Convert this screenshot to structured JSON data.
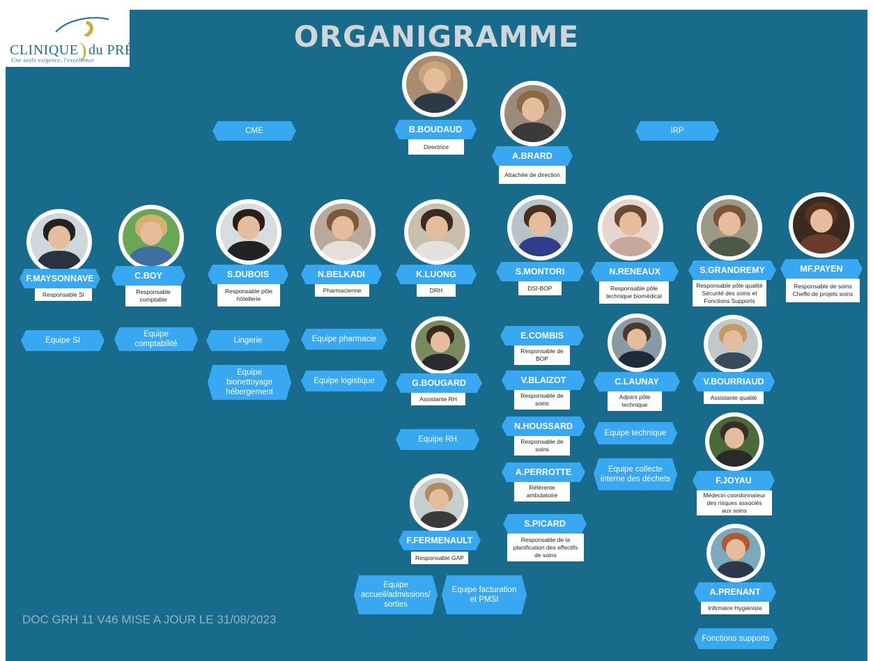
{
  "title": "ORGANIGRAMME",
  "logo": {
    "word1": "CLINIQUE",
    "word2": "du PRÉ",
    "slogan": "Une seule exigence, l'excellence"
  },
  "footer": "DOC GRH 11 V46 MISE A JOUR LE 31/08/2023",
  "colors": {
    "background": "#196b8c",
    "accent": "#38a8f3",
    "title": "#cfd5d8"
  },
  "people": {
    "boudaud": {
      "name": "B.BOUDAUD",
      "role": "Directrice"
    },
    "brard": {
      "name": "A.BRARD",
      "role": "Attachée de direction"
    },
    "maysonnave": {
      "name": "F.MAYSONNAVE",
      "role": "Responsable SI"
    },
    "boy": {
      "name": "C.BOY",
      "role": "Responsable\ncomptable"
    },
    "dubois": {
      "name": "S.DUBOIS",
      "role": "Responsable pôle\nhôtellerie"
    },
    "belkadi": {
      "name": "N.BELKADI",
      "role": "Pharmacienne"
    },
    "luong": {
      "name": "K.LUONG",
      "role": "DRH"
    },
    "montori": {
      "name": "S.MONTORI",
      "role": "DSI-BOP"
    },
    "reneaux": {
      "name": "N.RENEAUX",
      "role": "Responsable pôle\ntechnique biomédical"
    },
    "grandremy": {
      "name": "S.GRANDREMY",
      "role": "Responsable pôle qualité\nSécurité des soins et\nFonctions Supports"
    },
    "payen": {
      "name": "MF.PAYEN",
      "role": "Responsable de soins\nCheffe de projets soins"
    },
    "combis": {
      "name": "E.COMBIS",
      "role": "Responsable de\nBOP"
    },
    "bougard": {
      "name": "G.BOUGARD",
      "role": "Assistante RH"
    },
    "blaizot": {
      "name": "V.BLAIZOT",
      "role": "Responsable de\nsoins"
    },
    "launay": {
      "name": "C.LAUNAY",
      "role": "Adjoint pôle\ntechnique"
    },
    "bourriaud": {
      "name": "V.BOURRIAUD",
      "role": "Assistante qualité"
    },
    "houssard": {
      "name": "N.HOUSSARD",
      "role": "Responsable de\nsoins"
    },
    "perrotte": {
      "name": "A.PERROTTE",
      "role": "Référente\nambulatoire"
    },
    "joyau": {
      "name": "F.JOYAU",
      "role": "Médecin coordonnateur\ndes risques associés\naux soins"
    },
    "picard": {
      "name": "S.PICARD",
      "role": "Responsable de la\nplanification des effectifs\nde soins"
    },
    "fermenault": {
      "name": "F.FERMENAULT",
      "role": "Responsable GAP"
    },
    "prenant": {
      "name": "A.PRENANT",
      "role": "Infirmière Hygiéniste"
    }
  },
  "teams": {
    "cme": "CME",
    "irp": "IRP",
    "si": "Equipe SI",
    "compta": "Equipe\ncomptabilité",
    "lingerie": "Lingerie",
    "pharmacie": "Equipe pharmacie",
    "bionettoyage": "Equipe\nbionettoyage\nhébergement",
    "logistique": "Equipe logistique",
    "rh": "Equipe RH",
    "technique": "Equipe technique",
    "dechets": "Equipe collecte\ninterne des déchets",
    "accueil": "Equipe\naccueil/admissions/\nsorties",
    "facturation": "Equipe facturation\net PMSI",
    "fonctions": "Fonctions supports"
  }
}
